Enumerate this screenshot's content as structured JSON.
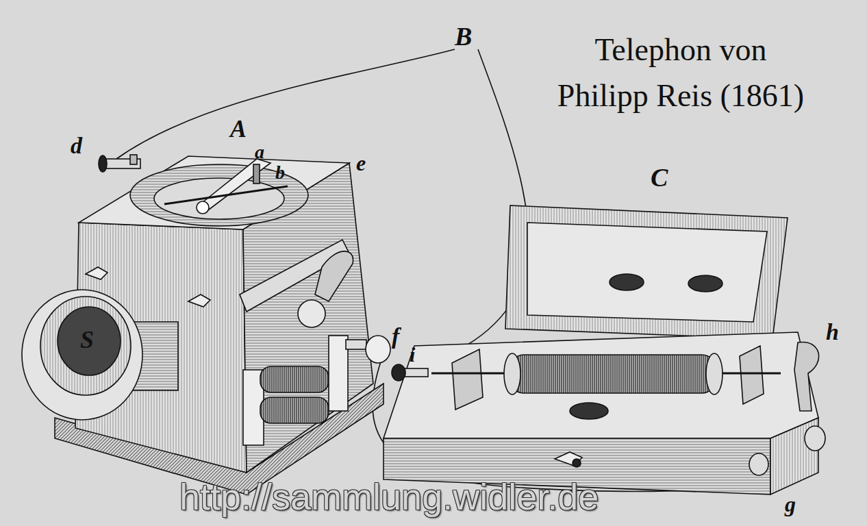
{
  "diagram": {
    "title": "Telephon von Philipp Reis (1861)",
    "labels": [
      "B",
      "A",
      "d",
      "a",
      "b",
      "e",
      "S",
      "f",
      "i",
      "C",
      "h",
      "g",
      "http://sammlung.widler.de"
    ]
  }
}
